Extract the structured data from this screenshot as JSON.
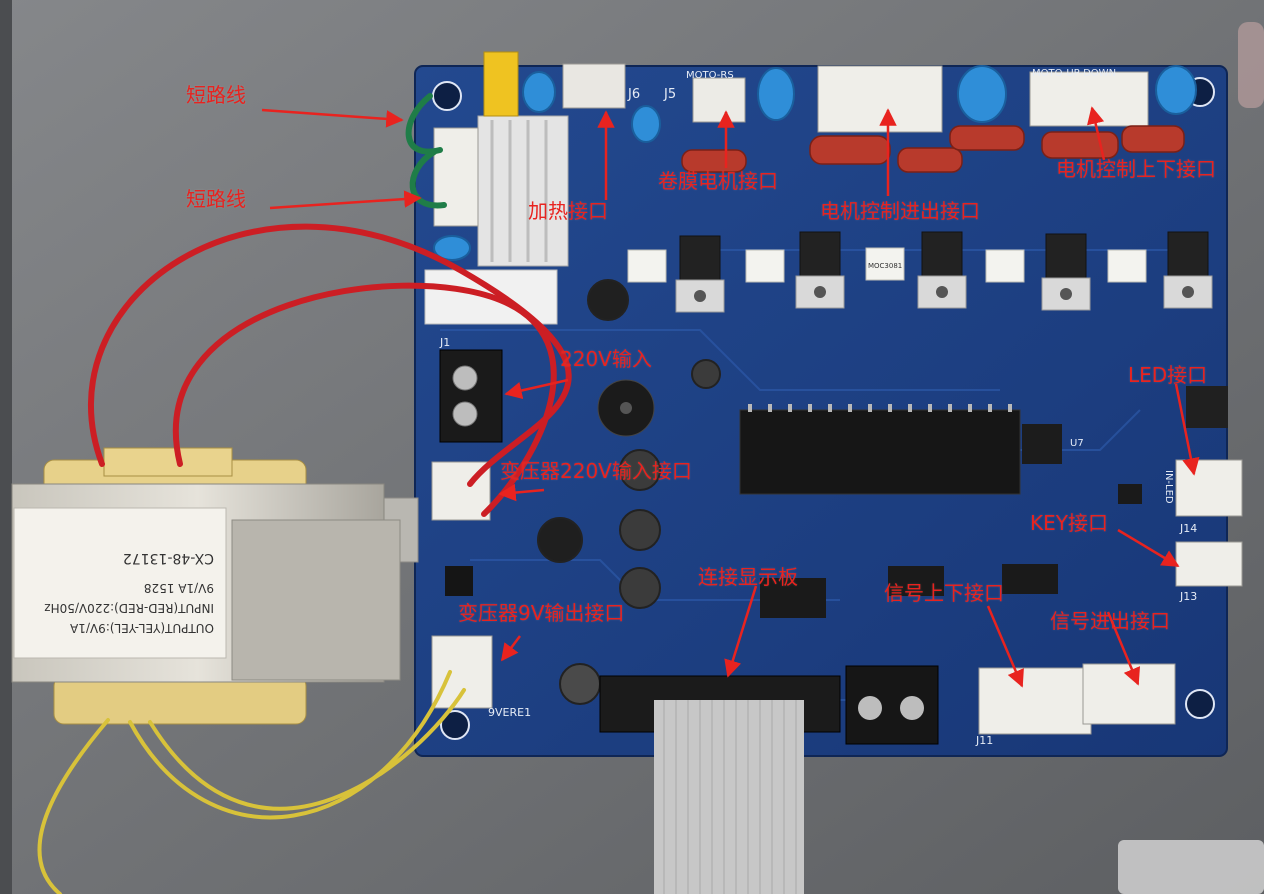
{
  "annotations": {
    "short_wire_1": "短路线",
    "short_wire_2": "短路线",
    "heating_port": "加热接口",
    "film_motor_port": "卷膜电机接口",
    "motor_in_out_port": "电机控制进出接口",
    "motor_up_down_port": "电机控制上下接口",
    "input_220v": "220V输入",
    "transformer_220v_input": "变压器220V输入接口",
    "transformer_9v_output": "变压器9V输出接口",
    "display_board_connect": "连接显示板",
    "led_port": "LED接口",
    "key_port": "KEY接口",
    "signal_up_down_port": "信号上下接口",
    "signal_in_out_port": "信号进出接口"
  },
  "silkscreen": {
    "j1": "J1",
    "j5": "J5",
    "j6": "J6",
    "j11": "J11",
    "j13": "J13",
    "j14": "J14",
    "moto_label": "MOTO-RS",
    "moto_updown_label": "MOTO-UP-DOWN",
    "in_led": "IN-LED",
    "ic_u7": "U7",
    "chip_label": "MOC3081",
    "bottom_id": "9VERE1"
  },
  "transformer": {
    "line1": "OUTPUT(YEL-YEL):9V/1A",
    "line2": "INPUT(RED-RED):220V/50Hz",
    "line3": "9V/1A  1528",
    "line4": "CX-48-13172"
  },
  "colors": {
    "annotation": "#e8231f",
    "pcb": "#1d3f86",
    "background": "#6f7174"
  }
}
